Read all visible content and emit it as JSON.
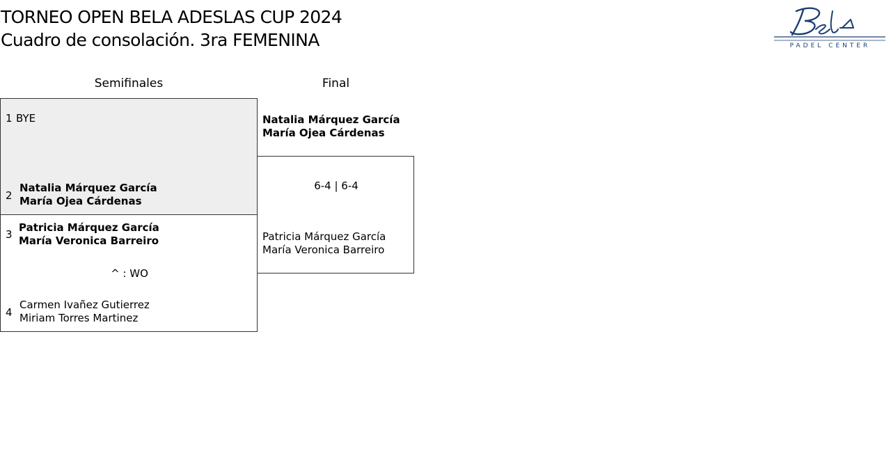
{
  "header": {
    "title_line1": "TORNEO OPEN BELA ADESLAS CUP 2024",
    "title_line2": "Cuadro de consolación. 3ra FEMENINA"
  },
  "logo": {
    "script_text": "Bela",
    "subtitle": "PADEL CENTER",
    "color": "#1c3f73"
  },
  "rounds": {
    "semifinales": "Semifinales",
    "final": "Final"
  },
  "semifinal_1": {
    "slot_1": {
      "seed": "1",
      "label": "BYE"
    },
    "slot_2": {
      "seed": "2",
      "player_1": "Natalia Márquez García",
      "player_2": "María Ojea Cárdenas"
    }
  },
  "semifinal_2": {
    "slot_3": {
      "seed": "3",
      "player_1": "Patricia Márquez García",
      "player_2": "María Veronica Barreiro"
    },
    "result": "^ : WO",
    "slot_4": {
      "seed": "4",
      "player_1": "Carmen Ivañez Gutierrez",
      "player_2": "Miriam Torres Martinez"
    }
  },
  "final": {
    "team_1": {
      "player_1": "Natalia Márquez García",
      "player_2": "María Ojea Cárdenas"
    },
    "score": "6-4 | 6-4",
    "team_2": {
      "player_1": "Patricia Márquez García",
      "player_2": "María Veronica Barreiro"
    }
  },
  "colors": {
    "bye_box_background": "#eeeeee",
    "border": "#333333"
  }
}
